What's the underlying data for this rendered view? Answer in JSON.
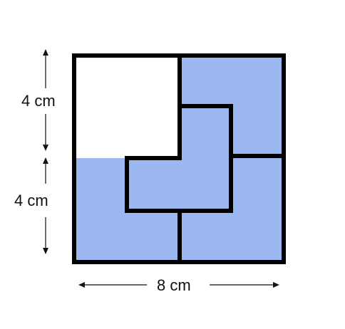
{
  "diagram": {
    "colors": {
      "shaded": "#9bb8f0",
      "unshaded": "#ffffff",
      "outline": "#000000",
      "text": "#111111"
    },
    "labels": {
      "left_top": "4 cm",
      "left_bottom": "4 cm",
      "bottom": "8 cm"
    },
    "regions": [
      {
        "name": "top-left-square",
        "shaded": false
      },
      {
        "name": "top-right-l-piece",
        "shaded": true
      },
      {
        "name": "center-l-piece",
        "shaded": true
      },
      {
        "name": "bottom-left-l-piece",
        "shaded": true
      },
      {
        "name": "bottom-right-l-piece",
        "shaded": true
      }
    ]
  }
}
